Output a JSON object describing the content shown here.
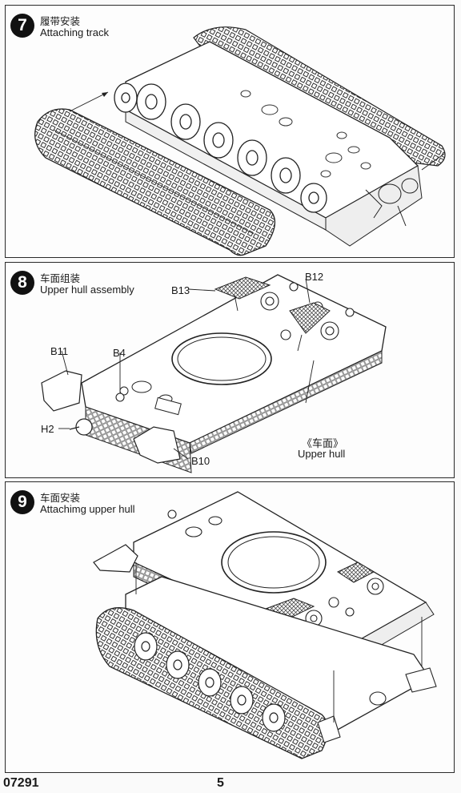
{
  "steps": [
    {
      "number": "7",
      "title_cn": "履带安装",
      "title_en": "Attaching track"
    },
    {
      "number": "8",
      "title_cn": "车面组装",
      "title_en": "Upper hull assembly",
      "labels": {
        "b13": "B13",
        "b12": "B12",
        "b11": "B11",
        "b4": "B4",
        "h2": "H2",
        "b10": "B10",
        "upper_hull_cn": "《车面》",
        "upper_hull_en": "Upper hull"
      }
    },
    {
      "number": "9",
      "title_cn": "车面安装",
      "title_en": "Attachimg upper hull"
    }
  ],
  "footer": {
    "code": "07291",
    "page": "5"
  }
}
